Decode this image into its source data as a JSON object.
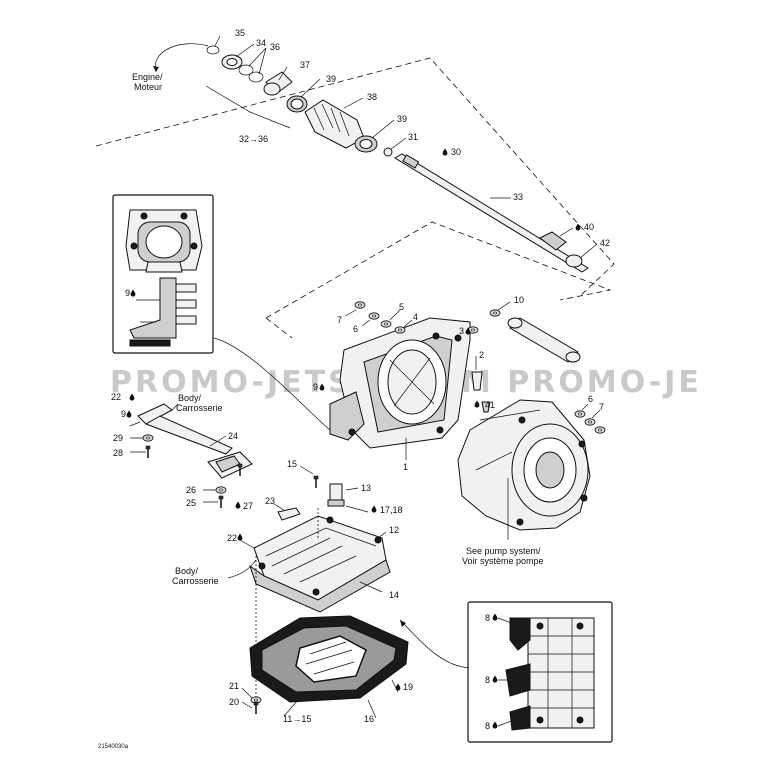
{
  "watermark": "PROMO-JETSKI.COM PROMO-JE",
  "diagram_code": "21540030a",
  "annotations": {
    "engine": "Engine/",
    "motor": "Moteur",
    "body1": "Body/",
    "carrosserie1": "Carrosserie",
    "body2": "Body/",
    "carrosserie2": "Carrosserie",
    "pump1": "See pump system/",
    "pump2": "Voir système pompe"
  },
  "callouts": {
    "c35": "35",
    "c34": "34",
    "c36": "36",
    "c37": "37",
    "c39a": "39",
    "c38": "38",
    "c39b": "39",
    "c31": "31",
    "c30": "30",
    "c3236": "32→36",
    "c33": "33",
    "c40": "40",
    "c42": "42",
    "c10": "10",
    "c5": "5",
    "c4": "4",
    "c7a": "7",
    "c6a": "6",
    "c3": "3",
    "c2": "2",
    "c41": "41",
    "c6b": "6",
    "c7b": "7",
    "c9a": "9",
    "c1": "1",
    "c22a": "22",
    "c9b": "9",
    "c29": "29",
    "c24": "24",
    "c28": "28",
    "c15": "15",
    "c13": "13",
    "c1718": "17,18",
    "c26": "26",
    "c25": "25",
    "c27": "27",
    "c23": "23",
    "c12": "12",
    "c22b": "22",
    "c14": "14",
    "c21": "21",
    "c20": "20",
    "c1115": "11→15",
    "c19": "19",
    "c16": "16",
    "c9c": "9",
    "c8a": "8",
    "c8b": "8",
    "c8c": "8"
  }
}
